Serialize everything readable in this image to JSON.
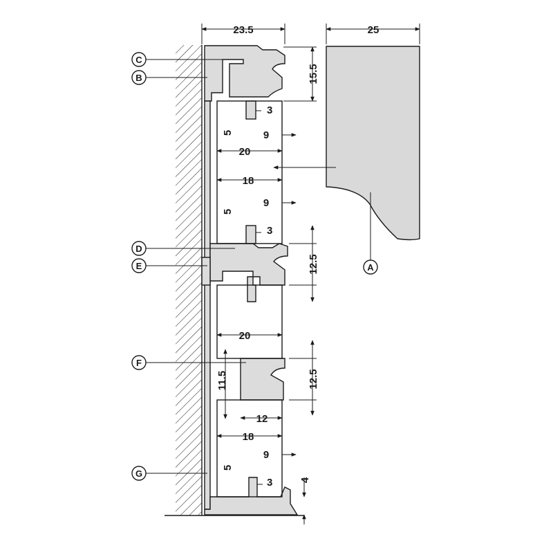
{
  "diagram": {
    "dimensions": {
      "top_width": "23.5",
      "panel_width": "25",
      "top_height": "15.5",
      "slot_a": "3",
      "gap_a": "5",
      "depth_a": "9",
      "inner_a": "20",
      "inner_b": "18",
      "depth_b": "9",
      "gap_b": "5",
      "slot_b": "3",
      "mid_height": "12.5",
      "inner_c": "20",
      "f_height": "11.5",
      "f_right_height": "12.5",
      "f_width": "12",
      "inner_d": "18",
      "depth_c": "9",
      "gap_c": "5",
      "slot_c": "3",
      "bottom_height": "4"
    },
    "callouts": {
      "a": "A",
      "b": "B",
      "c": "C",
      "d": "D",
      "e": "E",
      "f": "F",
      "g": "G"
    },
    "colors": {
      "profile_fill": "#dcdcdc",
      "panel_fill": "#d9d9d9",
      "line": "#1a1a1a"
    }
  }
}
